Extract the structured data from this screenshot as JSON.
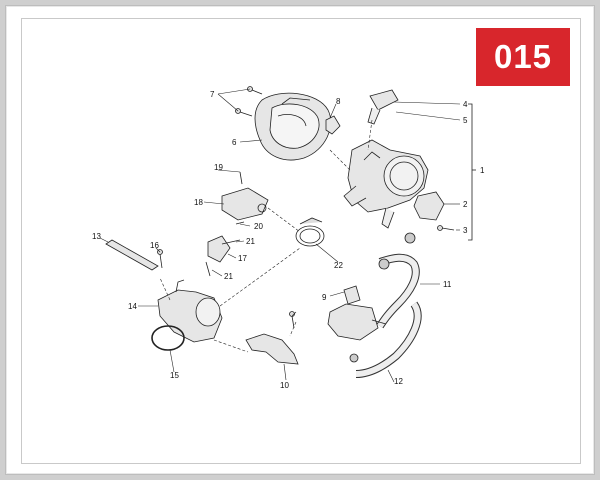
{
  "page_code": "015",
  "callouts": {
    "c1": "1",
    "c2": "2",
    "c3": "3",
    "c4": "4",
    "c5": "5",
    "c6": "6",
    "c7": "7",
    "c8": "8",
    "c9": "9",
    "c10": "10",
    "c11": "11",
    "c12": "12",
    "c13": "13",
    "c14": "14",
    "c15": "15",
    "c16": "16",
    "c17": "17",
    "c18": "18",
    "c19": "19",
    "c20": "20",
    "c21a": "21",
    "c21b": "21",
    "c22": "22"
  },
  "colors": {
    "badge": "#d8262c",
    "line": "#222222",
    "part_fill": "#e6e6e6"
  }
}
